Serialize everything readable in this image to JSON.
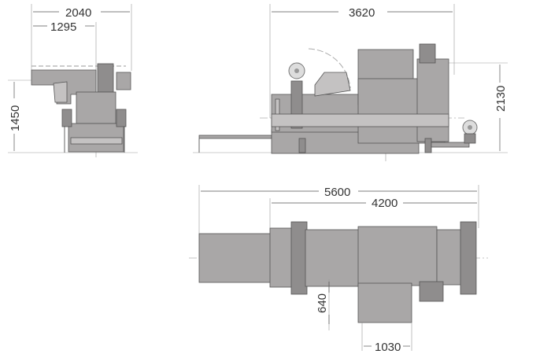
{
  "dimensions": {
    "front_width_total": "2040",
    "front_width_partial": "1295",
    "front_height": "1450",
    "side_length": "3620",
    "side_height": "2130",
    "top_length_total": "5600",
    "top_length_machine": "4200",
    "top_offset": "640",
    "top_width_bin": "1030"
  }
}
